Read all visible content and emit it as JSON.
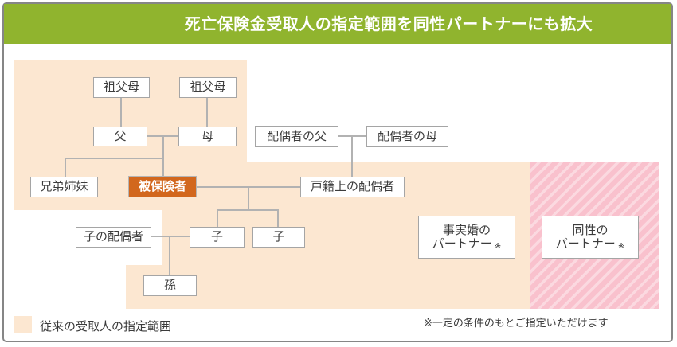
{
  "header": {
    "title": "死亡保険金受取人の指定範囲を同性パートナーにも拡大"
  },
  "nodes": {
    "grandparents_left": "祖父母",
    "grandparents_right": "祖父母",
    "father": "父",
    "mother": "母",
    "spouses_father": "配偶者の父",
    "spouses_mother": "配偶者の母",
    "siblings": "兄弟姉妹",
    "insured": "被保険者",
    "registered_spouse": "戸籍上の配偶者",
    "childs_spouse": "子の配偶者",
    "child_left": "子",
    "child_right": "子",
    "grandchild": "孫",
    "defacto_partner_line1": "事実婚の",
    "defacto_partner_line2": "パートナー",
    "samesex_partner_line1": "同性の",
    "samesex_partner_line2": "パートナー",
    "condition_mark": "※"
  },
  "legend": {
    "label": "従来の受取人の指定範囲"
  },
  "footnote": {
    "text": "※一定の条件のもとご指定いただけます"
  },
  "colors": {
    "header_green": "#90b42e",
    "traditional_range_peach": "#fce7d1",
    "expanded_range_pink_base": "#f9c1cd",
    "expanded_range_pink_stripe": "#fbd9e0",
    "insured_orange": "#d2671d",
    "box_border_grey": "#a5a5a5",
    "connector_grey": "#b2b2b2"
  }
}
